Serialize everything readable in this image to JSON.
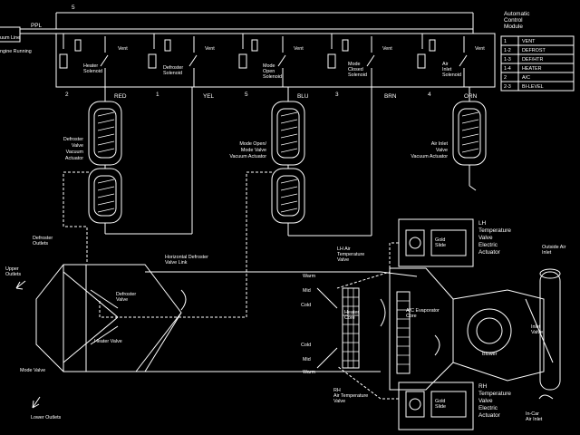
{
  "top": {
    "node_5": "5",
    "ppl": "PPL",
    "vacuum_source": "uum Line",
    "engine_running": "ngine Running"
  },
  "control_module": {
    "title_l1": "Automatic",
    "title_l2": "Control",
    "title_l3": "Module",
    "legend": [
      {
        "pin": "1",
        "desc": "VENT"
      },
      {
        "pin": "1-2",
        "desc": "DEFROST"
      },
      {
        "pin": "1-3",
        "desc": "DEF/HTR"
      },
      {
        "pin": "1-4",
        "desc": "HEATER"
      },
      {
        "pin": "2",
        "desc": "A/C"
      },
      {
        "pin": "2-3",
        "desc": "BI-LEVEL"
      }
    ]
  },
  "solenoids": [
    {
      "l1": "Heater",
      "l2": "Solenoid",
      "pin": "2",
      "wire": "RED"
    },
    {
      "l1": "Defroster",
      "l2": "Solenoid",
      "pin": "1",
      "wire": "YEL"
    },
    {
      "l1": "Mode",
      "l2": "Open",
      "l3": "Solenoid",
      "pin": "5",
      "wire": "BLU"
    },
    {
      "l1": "Mode",
      "l2": "Closed",
      "l3": "Solenoid",
      "pin": "3",
      "wire": "BRN"
    },
    {
      "l1": "Air",
      "l2": "Inlet",
      "l3": "Solenoid",
      "pin": "4",
      "wire": "ORN"
    }
  ],
  "vent_label": "Vent",
  "actuators": {
    "defroster": [
      "Defroster",
      "Valve",
      "Vacuum",
      "Actuator"
    ],
    "mode": [
      "Mode Open/",
      "Mode Valve",
      "Vacuum Actuator"
    ],
    "air_inlet": [
      "Air Inlet",
      "Valve",
      "Vacuum Actuator"
    ]
  },
  "lh_actuator": {
    "lines": [
      "LH",
      "Temperature",
      "Valve",
      "Electric",
      "Actuator"
    ],
    "motor": "Gold",
    "motor2": "Slide"
  },
  "rh_actuator": {
    "lines": [
      "RH",
      "Temperature",
      "Valve",
      "Electric",
      "Actuator"
    ],
    "motor": "Gold",
    "motor2": "Slide"
  },
  "duct_labels": {
    "defroster_outlets": [
      "Defroster",
      "Outlets"
    ],
    "upper_outlets": [
      "Upper",
      "Outlets"
    ],
    "mode_link": [
      "Horizontal Defroster",
      "Valve Link"
    ],
    "defroster_valve": [
      "Defroster",
      "Valve"
    ],
    "heater_valve": "Heater Valve",
    "mode_valve": "Mode Valve",
    "lower_outlets": "Lower Outlets",
    "lh_temp_valve": [
      "LH Air",
      "Temperature",
      "Valve"
    ],
    "rh_temp_valve": [
      "RH",
      "Air Temperature",
      "Valve"
    ],
    "warm": "Warm",
    "mid": "Mid",
    "cold": "Cold",
    "heater_core": [
      "Heater",
      "Core"
    ],
    "ac_evaporator": [
      "A/C Evaporator",
      "Core"
    ],
    "blower": "Blower",
    "inlet_valve": [
      "Inlet",
      "Valve"
    ],
    "outside_air": [
      "Outside Air",
      "Inlet"
    ],
    "in_car_air": [
      "In-Car",
      "Air Inlet"
    ]
  }
}
